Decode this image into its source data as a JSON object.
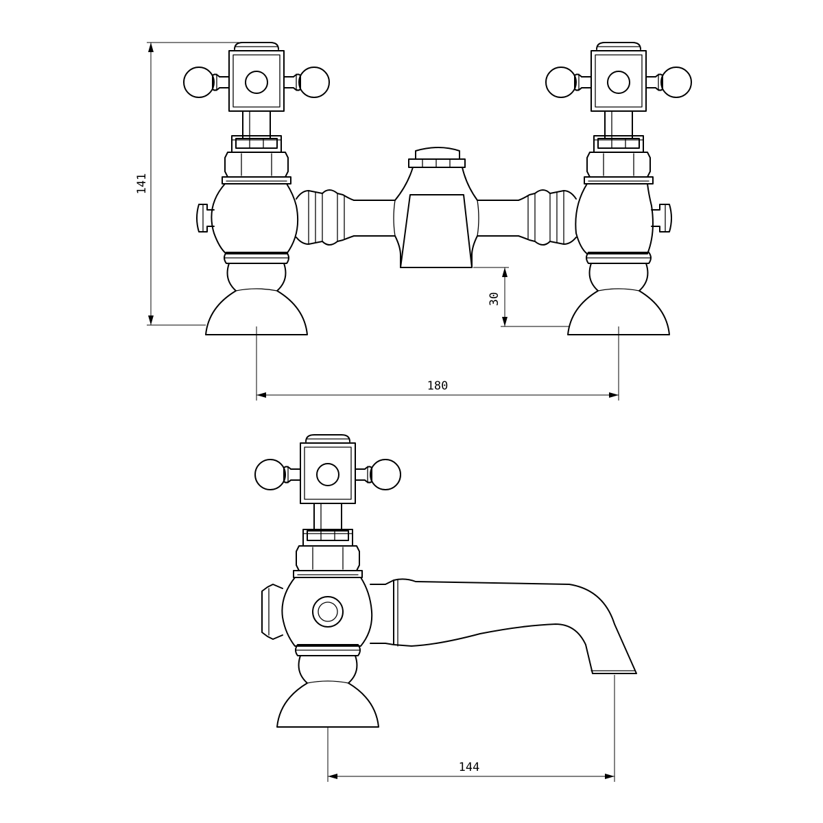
{
  "dimensions": {
    "height_total": "141",
    "spout_clearance": "30",
    "tap_centres": "180",
    "spout_projection": "144"
  }
}
